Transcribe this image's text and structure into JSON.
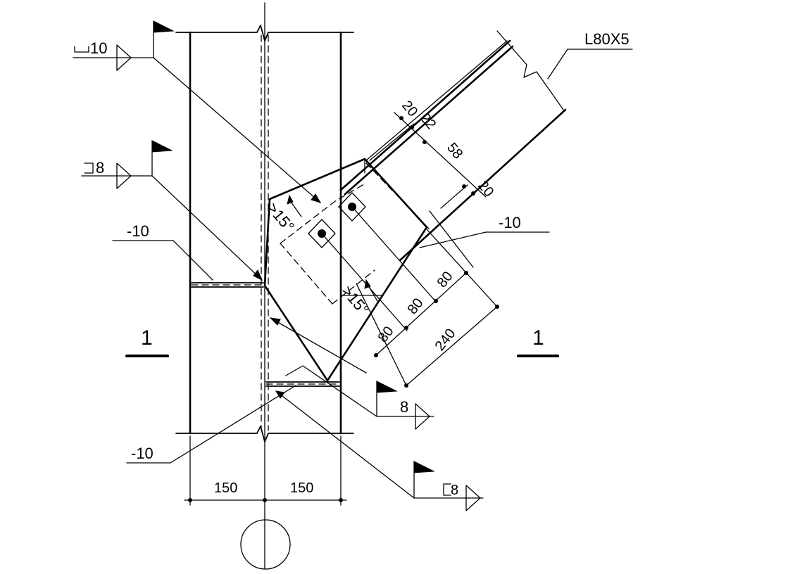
{
  "profile_label": "L80X5",
  "weld_symbols": {
    "top_left": "10",
    "mid_left": "8",
    "lower_right": "8",
    "bottom_right": "8"
  },
  "plate_labels": {
    "left_upper": "-10",
    "left_lower": "-10",
    "right": "-10"
  },
  "dimensions": {
    "d20_top": "20",
    "d22": "22",
    "d58": "58",
    "d20_bottom": "20",
    "d80_a": "80",
    "d80_b": "80",
    "d80_c": "80",
    "d240": "240",
    "d150_left": "150",
    "d150_right": "150"
  },
  "angles": {
    "upper": ">15°",
    "lower": ">15°"
  },
  "section_marks": {
    "left": "1",
    "right": "1"
  }
}
